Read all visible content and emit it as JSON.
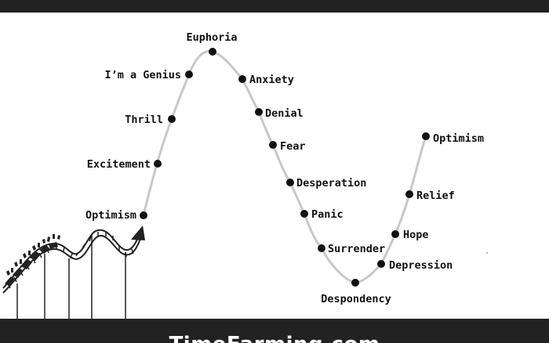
{
  "stages": [
    {
      "label": "Optimism"
    },
    {
      "label": "Excitement"
    },
    {
      "label": "Thrill"
    },
    {
      "label": "I’m a Genius"
    },
    {
      "label": "Euphoria"
    },
    {
      "label": "Anxiety"
    },
    {
      "label": "Denial"
    },
    {
      "label": "Fear"
    },
    {
      "label": "Desperation"
    },
    {
      "label": "Panic"
    },
    {
      "label": "Surrender"
    },
    {
      "label": "Despondency"
    },
    {
      "label": "Depression"
    },
    {
      "label": "Hope"
    },
    {
      "label": "Relief"
    },
    {
      "label": "Optimism"
    }
  ],
  "footer": {
    "site": "TimeFarming.com"
  },
  "colors": {
    "curve": "#c8c8c8",
    "dot": "#111111",
    "bars": "#222222",
    "coaster": "#222222"
  }
}
